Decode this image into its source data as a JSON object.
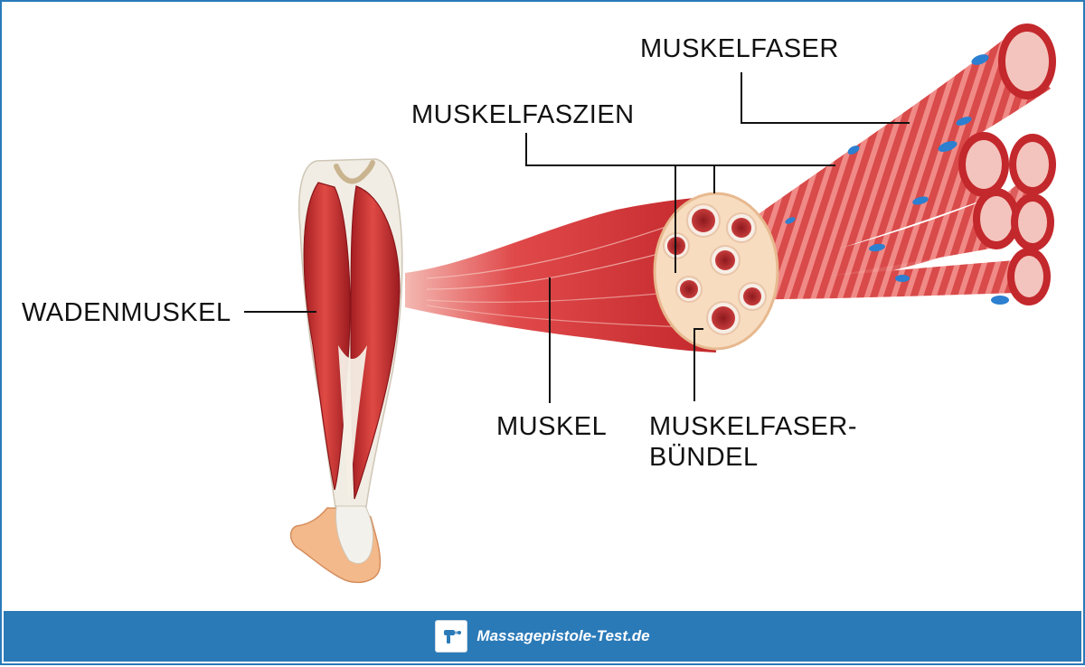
{
  "labels": {
    "wadenmuskel": "WADENMUSKEL",
    "muskel": "MUSKEL",
    "muskelfaszien": "MUSKELFASZIEN",
    "muskelfaser": "MUSKELFASER",
    "muskelfaserbuendel_line1": "MUSKELFASER-",
    "muskelfaserbuendel_line2": "BÜNDEL"
  },
  "footer": {
    "brand": "Massagepistole-Test.de",
    "icon": "massage-gun-icon"
  },
  "colors": {
    "accent": "#2a7ab8",
    "muscle": "#d8373a",
    "muscle_dark": "#a61f24",
    "tendon": "#e9e4da",
    "fascia": "#f7dcc0",
    "nucleus": "#2d7fd0"
  }
}
